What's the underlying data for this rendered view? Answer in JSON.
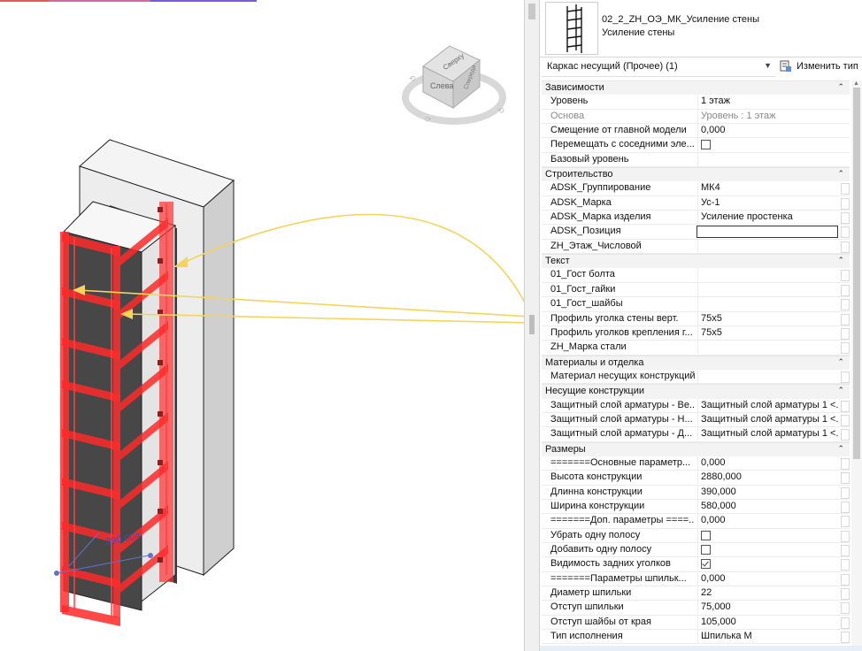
{
  "type_header": {
    "name": "02_2_ZH_ОЭ_МК_Усиление стены",
    "subtitle": "Усиление стены"
  },
  "selector": {
    "label": "Каркас несущий (Прочее) (1)",
    "edit_type_label": "Изменить тип"
  },
  "viewcube": {
    "left_face": "Слева",
    "top_face": "Сверху",
    "front_face": "Спереди"
  },
  "dimension_text": "390,004",
  "sections": [
    {
      "title": "Зависимости",
      "rows": [
        {
          "name": "Уровень",
          "value": "1 этаж"
        },
        {
          "name": "Основа",
          "value": "Уровень : 1 этаж",
          "readonly": true
        },
        {
          "name": "Смещение от главной модели",
          "value": "0,000"
        },
        {
          "name": "Перемещать с соседними эле...",
          "checkbox": false
        },
        {
          "name": "Базовый уровень",
          "value": ""
        }
      ]
    },
    {
      "title": "Строительство",
      "rows": [
        {
          "name": "ADSK_Группирование",
          "value": "МК4"
        },
        {
          "name": "ADSK_Марка",
          "value": "Ус-1"
        },
        {
          "name": "ADSK_Марка изделия",
          "value": "Усиление простенка"
        },
        {
          "name": "ADSK_Позиция",
          "value": "",
          "input": true
        },
        {
          "name": "ZH_Этаж_Числовой",
          "value": ""
        }
      ]
    },
    {
      "title": "Текст",
      "rows": [
        {
          "name": "01_Гост болта",
          "value": ""
        },
        {
          "name": "01_Гост_гайки",
          "value": ""
        },
        {
          "name": "01_Гост_шайбы",
          "value": ""
        },
        {
          "name": "Профиль уголка стены верт.",
          "value": "75x5"
        },
        {
          "name": "Профиль уголков крепления г...",
          "value": "75x5"
        },
        {
          "name": "ZH_Марка стали",
          "value": ""
        }
      ]
    },
    {
      "title": "Материалы и отделка",
      "rows": [
        {
          "name": "Материал несущих конструкций",
          "value": ""
        }
      ]
    },
    {
      "title": "Несущие конструкции",
      "rows": [
        {
          "name": "Защитный слой арматуры - Ве...",
          "value": "Защитный слой арматуры 1 <..."
        },
        {
          "name": "Защитный слой арматуры - Н...",
          "value": "Защитный слой арматуры 1 <..."
        },
        {
          "name": "Защитный слой арматуры - Д...",
          "value": "Защитный слой арматуры 1 <..."
        }
      ]
    },
    {
      "title": "Размеры",
      "rows": [
        {
          "name": "=======Основные параметр...",
          "value": "0,000"
        },
        {
          "name": "Высота конструкции",
          "value": "2880,000"
        },
        {
          "name": "Длинна конструкции",
          "value": "390,000"
        },
        {
          "name": "Ширина конструкции",
          "value": "580,000"
        },
        {
          "name": "=======Доп. параметры ====...",
          "value": "0,000"
        },
        {
          "name": "Убрать одну полосу",
          "checkbox": false
        },
        {
          "name": "Добавить одну полосу",
          "checkbox": false
        },
        {
          "name": "Видимость задних уголков",
          "checkbox": true
        },
        {
          "name": "=======Параметры шпильк...",
          "value": "0,000"
        },
        {
          "name": "Диаметр шпильки",
          "value": "22"
        },
        {
          "name": "Отступ шпильки",
          "value": "75,000"
        },
        {
          "name": "Отступ шайбы от края",
          "value": "105,000"
        },
        {
          "name": "Тип исполнения",
          "value": "Шпилька М"
        }
      ]
    }
  ],
  "colors": {
    "selection_red": "#ff1a1a",
    "arrow_yellow": "#f5d45a",
    "wall_face": "#ebebeb",
    "wall_dark": "#4a4a4a",
    "dimension_blue": "#3a4fb5"
  }
}
